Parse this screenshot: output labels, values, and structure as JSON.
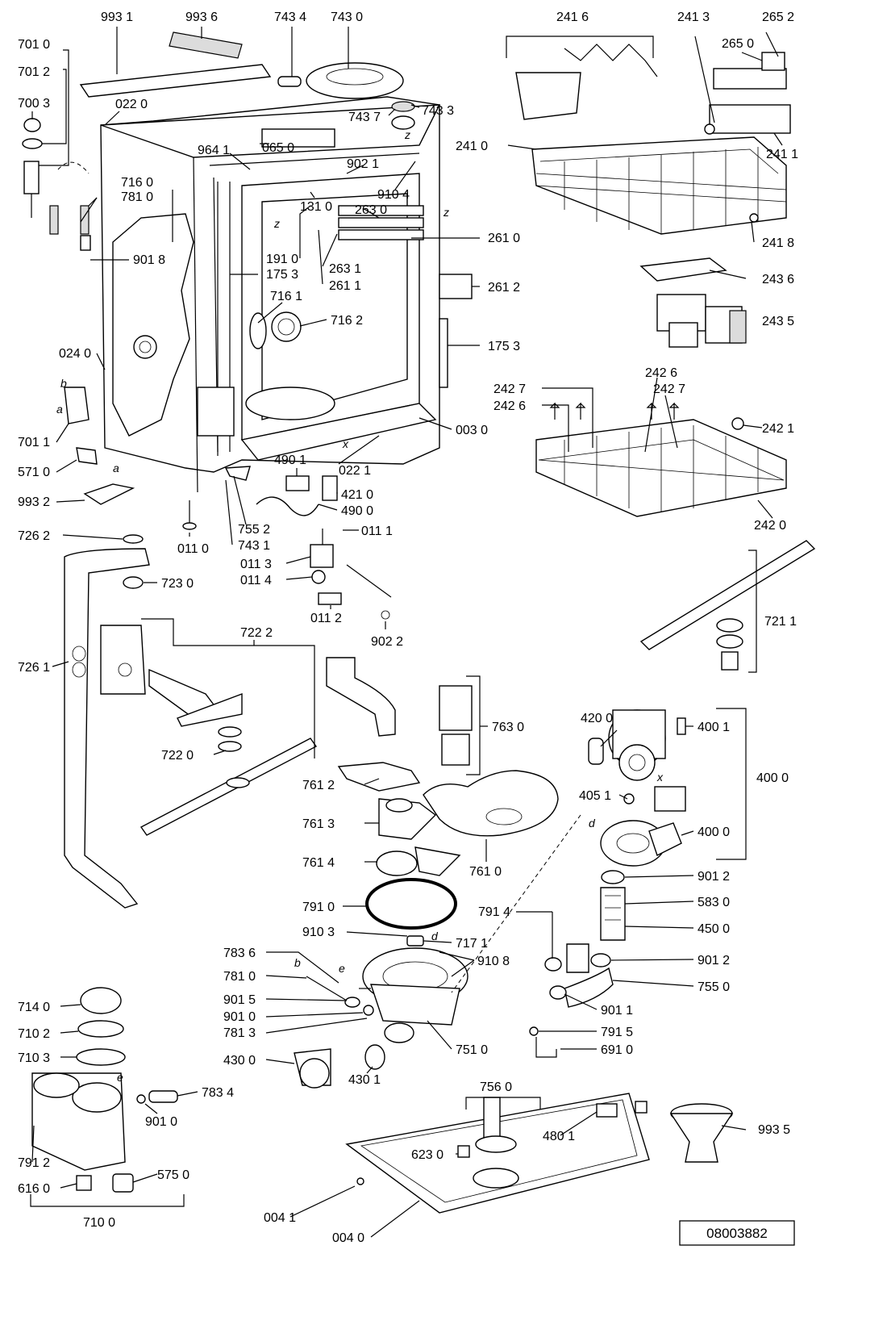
{
  "document_number": "08003882",
  "callouts": {
    "c_993_1": "993 1",
    "c_993_6": "993 6",
    "c_743_4": "743 4",
    "c_743_0": "743 0",
    "c_701_0": "701 0",
    "c_701_2": "701 2",
    "c_700_3": "700 3",
    "c_022_0": "022 0",
    "c_743_7": "743 7",
    "c_743_3": "743 3",
    "c_964_1": "964 1",
    "c_065_0": "065 0",
    "c_902_1": "902 1",
    "c_910_4": "910 4",
    "c_716_0": "716 0",
    "c_781_0a": "781 0",
    "c_131_0": "131 0",
    "c_263_0": "263 0",
    "c_261_0": "261 0",
    "c_191_0": "191 0",
    "c_901_8": "901 8",
    "c_175_3a": "175 3",
    "c_263_1": "263 1",
    "c_261_1": "261 1",
    "c_261_2": "261 2",
    "c_716_1": "716 1",
    "c_716_2": "716 2",
    "c_175_3b": "175 3",
    "c_024_0": "024 0",
    "c_003_0": "003 0",
    "c_701_1": "701 1",
    "c_022_1": "022 1",
    "c_571_0": "571 0",
    "c_490_1": "490 1",
    "c_421_0": "421 0",
    "c_993_2": "993 2",
    "c_490_0": "490 0",
    "c_755_2": "755 2",
    "c_011_1": "011 1",
    "c_726_2": "726 2",
    "c_011_0": "011 0",
    "c_743_1": "743 1",
    "c_011_3": "011 3",
    "c_723_0": "723 0",
    "c_011_4": "011 4",
    "c_011_2": "011 2",
    "c_902_2": "902 2",
    "c_722_2": "722 2",
    "c_726_1": "726 1",
    "c_722_0": "722 0",
    "c_763_0": "763 0",
    "c_761_2": "761 2",
    "c_761_3": "761 3",
    "c_761_4": "761 4",
    "c_761_0": "761 0",
    "c_791_0": "791 0",
    "c_910_3": "910 3",
    "c_717_1": "717 1",
    "c_783_6": "783 6",
    "c_910_8": "910 8",
    "c_781_0b": "781 0",
    "c_901_5": "901 5",
    "c_901_0a": "901 0",
    "c_781_3": "781 3",
    "c_714_0": "714 0",
    "c_710_2": "710 2",
    "c_710_3": "710 3",
    "c_430_0": "430 0",
    "c_430_1": "430 1",
    "c_783_4": "783 4",
    "c_751_0": "751 0",
    "c_901_0b": "901 0",
    "c_791_2": "791 2",
    "c_616_0": "616 0",
    "c_575_0": "575 0",
    "c_710_0": "710 0",
    "c_004_1": "004 1",
    "c_004_0": "004 0",
    "c_623_0": "623 0",
    "c_756_0": "756 0",
    "c_480_1": "480 1",
    "c_993_5": "993 5",
    "c_241_6": "241 6",
    "c_241_3": "241 3",
    "c_265_2": "265 2",
    "c_265_0": "265 0",
    "c_241_0": "241 0",
    "c_241_1": "241 1",
    "c_241_8": "241 8",
    "c_243_6": "243 6",
    "c_243_5": "243 5",
    "c_242_6a": "242 6",
    "c_242_7a": "242 7",
    "c_242_7b": "242 7",
    "c_242_6b": "242 6",
    "c_242_1": "242 1",
    "c_242_0": "242 0",
    "c_721_1": "721 1",
    "c_420_0": "420 0",
    "c_400_1": "400 1",
    "c_400_0a": "400 0",
    "c_405_1": "405 1",
    "c_400_0b": "400 0",
    "c_901_2a": "901 2",
    "c_791_4": "791 4",
    "c_583_0": "583 0",
    "c_450_0": "450 0",
    "c_901_2b": "901 2",
    "c_755_0": "755 0",
    "c_901_1": "901 1",
    "c_791_5": "791 5",
    "c_691_0": "691 0"
  },
  "letter_marks": {
    "b1": "b",
    "a1": "a",
    "a2": "a",
    "z1": "z",
    "z2": "z",
    "z3": "z",
    "x1": "x",
    "x2": "x",
    "d1": "d",
    "d2": "d",
    "b2": "b",
    "e1": "e",
    "e2": "e"
  }
}
